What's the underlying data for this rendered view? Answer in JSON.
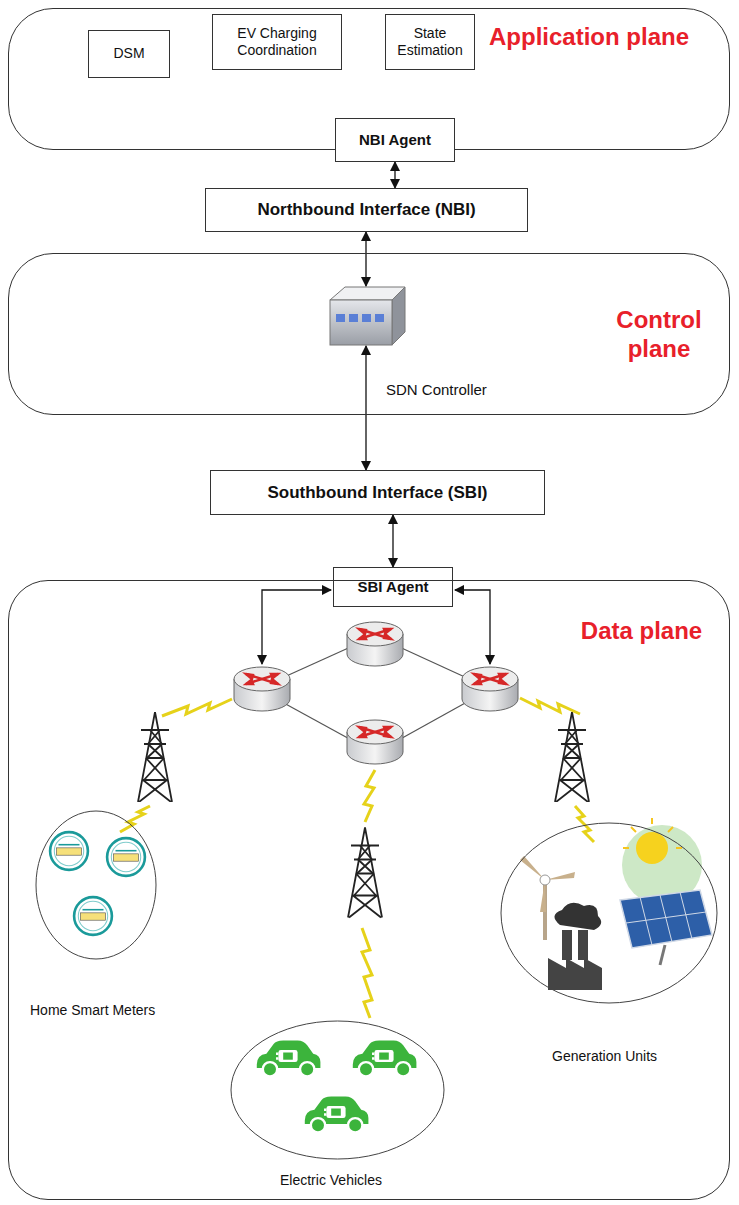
{
  "diagram": {
    "nodes": [
      {
        "text": [
          "Application plane"
        ]
      },
      {
        "text": [
          "DSM"
        ],
        "in": 0
      },
      {
        "text": [
          "EV Charging Coordination"
        ],
        "in": 0
      },
      {
        "text": [
          "State Estimation"
        ],
        "in": 0
      },
      {
        "text": [
          "NBI Agent"
        ]
      },
      {
        "text": [
          "Northbound Interface (NBI)"
        ]
      },
      {
        "text": [
          "Control plane"
        ]
      },
      {
        "text": [
          "SDN Controller"
        ],
        "in": 6
      },
      {
        "text": [
          "Southbound Interface (SBI)"
        ]
      },
      {
        "text": [
          "SBI Agent"
        ]
      },
      {
        "text": [
          "Data plane"
        ]
      },
      {
        "text": [
          "Home Smart Meters"
        ],
        "in": 10
      },
      {
        "text": [
          "Electric Vehicles"
        ],
        "in": 10
      },
      {
        "text": [
          "Generation Units"
        ],
        "in": 10
      }
    ],
    "edges": [
      {
        "from": 4,
        "to": 5,
        "arrow": "both"
      },
      {
        "from": 5,
        "to": 7,
        "arrow": "both"
      },
      {
        "from": 7,
        "to": 8,
        "arrow": "both"
      },
      {
        "from": 8,
        "to": 9,
        "arrow": "both"
      }
    ]
  }
}
